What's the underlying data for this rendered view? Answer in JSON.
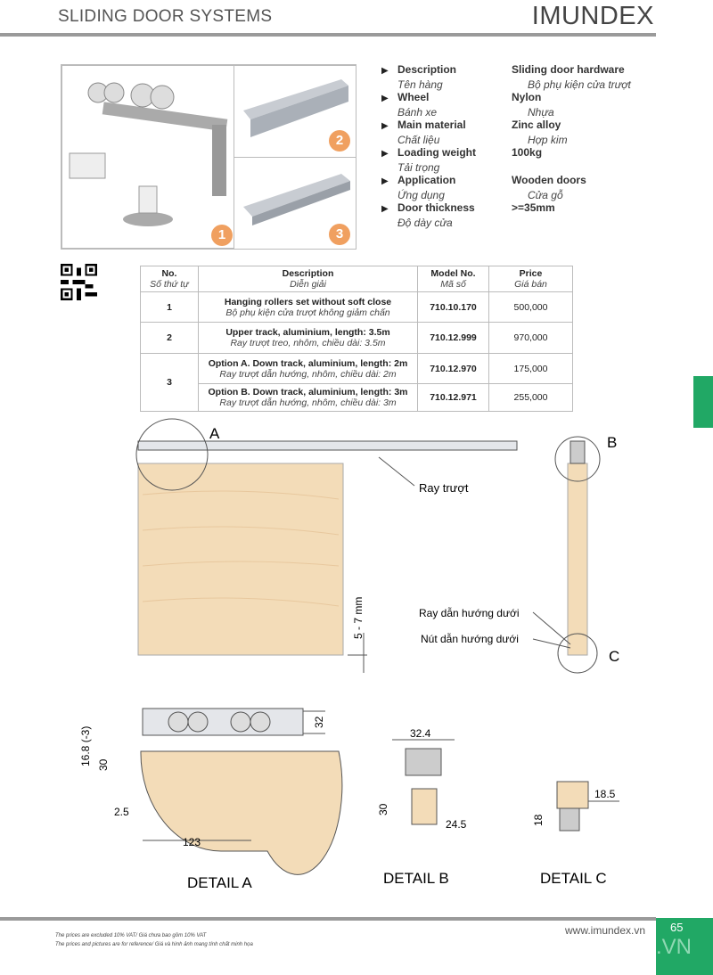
{
  "header": {
    "title": "SLIDING DOOR SYSTEMS",
    "brand": "IMUNDEX"
  },
  "images": {
    "badges": [
      "1",
      "2",
      "3"
    ]
  },
  "specs": [
    {
      "label": "Description",
      "label_vi": "Tên hàng",
      "value": "Sliding door hardware",
      "value_vi": "Bộ phụ kiện cửa trượt"
    },
    {
      "label": "Wheel",
      "label_vi": "Bánh xe",
      "value": "Nylon",
      "value_vi": "Nhựa"
    },
    {
      "label": "Main material",
      "label_vi": "Chất liệu",
      "value": "Zinc alloy",
      "value_vi": "Hợp kim"
    },
    {
      "label": "Loading weight",
      "label_vi": "Tải trọng",
      "value": "100kg",
      "value_vi": ""
    },
    {
      "label": "Application",
      "label_vi": "Ứng dụng",
      "value": "Wooden doors",
      "value_vi": "Cửa gỗ"
    },
    {
      "label": "Door thickness",
      "label_vi": "Độ dày cửa",
      "value": ">=35mm",
      "value_vi": ""
    }
  ],
  "table": {
    "headers": [
      {
        "en": "No.",
        "vi": "Số thứ tự"
      },
      {
        "en": "Description",
        "vi": "Diễn giải"
      },
      {
        "en": "Model No.",
        "vi": "Mã số"
      },
      {
        "en": "Price",
        "vi": "Giá bán"
      }
    ],
    "rows": [
      {
        "no": "1",
        "desc": "Hanging rollers set without soft close",
        "desc_vi": "Bộ phụ kiện cửa trượt không giảm chấn",
        "model": "710.10.170",
        "price": "500,000"
      },
      {
        "no": "2",
        "desc": "Upper track, aluminium, length: 3.5m",
        "desc_vi": "Ray trượt treo, nhôm, chiều dài: 3.5m",
        "model": "710.12.999",
        "price": "970,000"
      },
      {
        "no": "3",
        "desc": "Option A. Down track, aluminium, length: 2m",
        "desc_vi": "Ray trượt dẫn hướng, nhôm, chiều dài: 2m",
        "model": "710.12.970",
        "price": "175,000"
      },
      {
        "no": "",
        "desc": "Option B. Down track, aluminium, length: 3m",
        "desc_vi": "Ray trượt dẫn hướng, nhôm, chiều dài: 3m",
        "model": "710.12.971",
        "price": "255,000"
      }
    ]
  },
  "drawing": {
    "label_a": "A",
    "label_b": "B",
    "label_c": "C",
    "track": "Ray trượt",
    "gap": "5 - 7 mm",
    "bottom_track": "Ray dẫn hướng dưới",
    "bottom_guide": "Nút dẫn hướng dưới"
  },
  "detail_a": {
    "title": "DETAIL A",
    "d32": "32",
    "d168": "16.8 (-3)",
    "d30": "30",
    "d25": "2.5",
    "d123": "123"
  },
  "detail_b": {
    "title": "DETAIL B",
    "d324": "32.4",
    "d30": "30",
    "d245": "24.5"
  },
  "detail_c": {
    "title": "DETAIL C",
    "d185": "18.5",
    "d18": "18"
  },
  "footer": {
    "website": "www.imundex.vn",
    "page": "65",
    "vn": ".VN",
    "note1": "The prices are excluded 10% VAT/ Giá chưa bao gồm 10% VAT",
    "note2": "The prices and pictures are for reference/ Giá và hình ảnh mang tính chất minh họa"
  },
  "colors": {
    "accent": "#21a865",
    "badge": "#f0a060",
    "wood": "#f3dcb8"
  }
}
